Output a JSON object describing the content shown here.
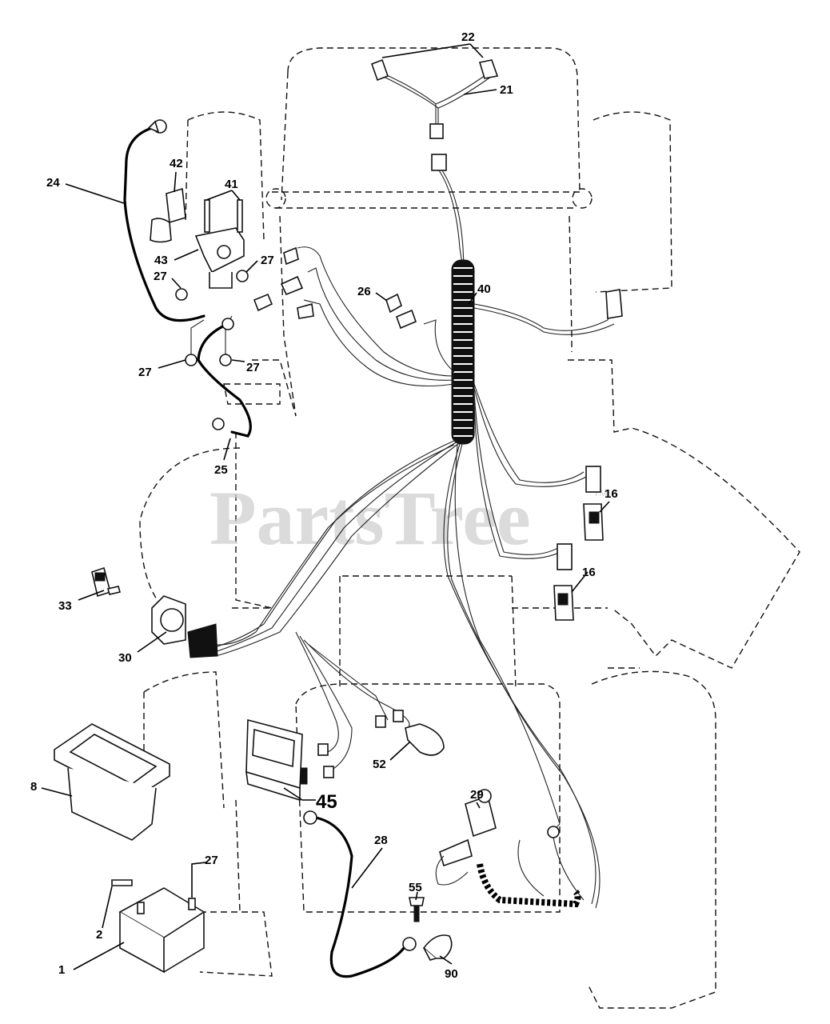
{
  "watermark": {
    "text": "PartsTree",
    "trademark": "TM"
  },
  "callouts": [
    {
      "id": "22",
      "text": "22"
    },
    {
      "id": "21",
      "text": "21"
    },
    {
      "id": "24",
      "text": "24"
    },
    {
      "id": "42",
      "text": "42"
    },
    {
      "id": "41",
      "text": "41"
    },
    {
      "id": "43",
      "text": "43"
    },
    {
      "id": "27a",
      "text": "27"
    },
    {
      "id": "27b",
      "text": "27"
    },
    {
      "id": "27c",
      "text": "27"
    },
    {
      "id": "27d",
      "text": "27"
    },
    {
      "id": "26",
      "text": "26"
    },
    {
      "id": "40",
      "text": "40"
    },
    {
      "id": "25",
      "text": "25"
    },
    {
      "id": "16a",
      "text": "16"
    },
    {
      "id": "16b",
      "text": "16"
    },
    {
      "id": "33",
      "text": "33"
    },
    {
      "id": "30",
      "text": "30"
    },
    {
      "id": "52",
      "text": "52"
    },
    {
      "id": "45",
      "text": "45"
    },
    {
      "id": "8",
      "text": "8"
    },
    {
      "id": "29",
      "text": "29"
    },
    {
      "id": "28",
      "text": "28"
    },
    {
      "id": "27e",
      "text": "27"
    },
    {
      "id": "55",
      "text": "55"
    },
    {
      "id": "2",
      "text": "2"
    },
    {
      "id": "1",
      "text": "1"
    },
    {
      "id": "90",
      "text": "90"
    }
  ]
}
